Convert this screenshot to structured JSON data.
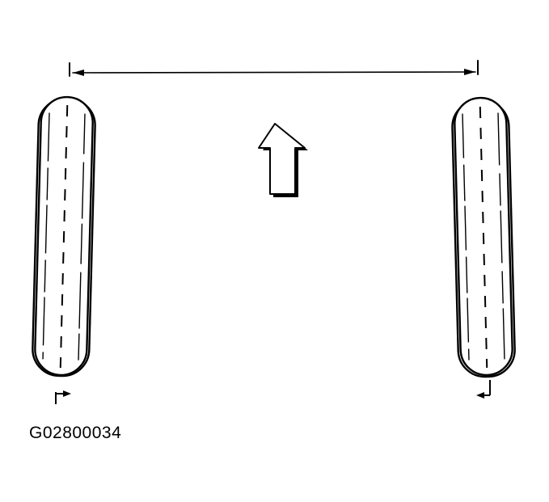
{
  "figure": {
    "caption": "G02800034",
    "colors": {
      "ink": "#000000",
      "paper": "#ffffff"
    },
    "elements": {
      "measurement": "dimension-line-with-arrowheads",
      "direction": "forward-arrow",
      "left_wheel": "tire-top-view",
      "right_wheel": "tire-top-view"
    }
  }
}
